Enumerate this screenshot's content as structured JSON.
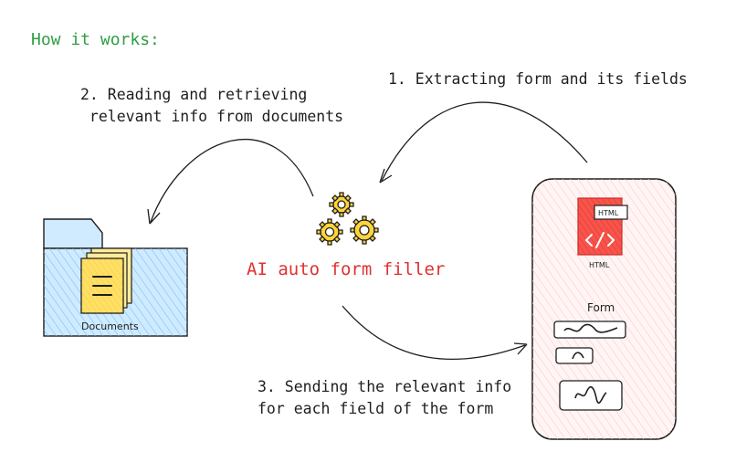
{
  "heading": "How it works:",
  "steps": {
    "step1": "1. Extracting form and its fields",
    "step2": "2. Reading and retrieving\n relevant info from documents",
    "step3": "3. Sending the relevant info\nfor each field of the form"
  },
  "center_label": "AI auto form filler",
  "documents_label": "Documents",
  "html_badge": "HTML",
  "html_label": "HTML",
  "form_label": "Form",
  "colors": {
    "heading": "#2f9e44",
    "center_label": "#e03131",
    "folder_fill": "#a5d8ff",
    "document_fill": "#ffec99",
    "phone_fill": "#ffe3e3",
    "html_icon_fill": "#e8590c",
    "gear_fill": "#ffd43b"
  },
  "icons": [
    "folder-icon",
    "document-icon",
    "gear-icon",
    "html-file-icon"
  ]
}
